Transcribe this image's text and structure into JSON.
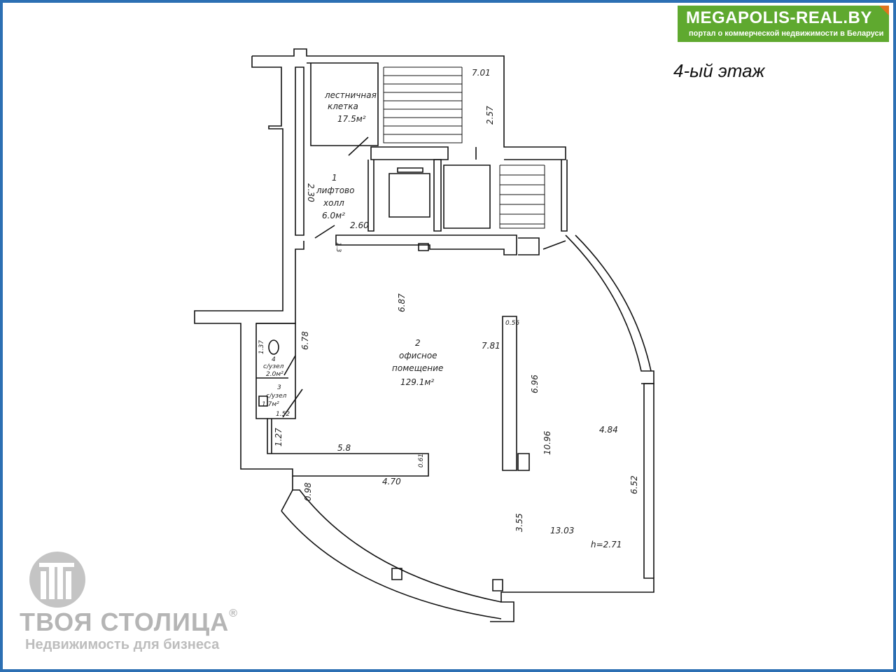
{
  "header": {
    "brand_title": "MEGAPOLIS-REAL.BY",
    "brand_subtitle": "портал о коммерческой недвижимости в Беларуси",
    "floor_title": "4-ый этаж"
  },
  "watermark": {
    "name": "ТВОЯ СТОЛИЦА",
    "registered": "®",
    "tagline": "Недвижимость для бизнеса"
  },
  "rooms": {
    "stair": {
      "line1": "лестничная",
      "line2": "клетка",
      "line3": "17.5м²"
    },
    "hall": {
      "num": "1",
      "line1": "лифтово",
      "line2": "холл",
      "line3": "6.0м²"
    },
    "office": {
      "num": "2",
      "line1": "офисное",
      "line2": "помещение",
      "line3": "129.1м²"
    },
    "wc4": {
      "num": "4",
      "line1": "с/узел",
      "line2": "2.0м²"
    },
    "wc3": {
      "num": "3",
      "line1": "с/узел",
      "line2": "1.7м²"
    }
  },
  "dimensions": {
    "stair_width": "7.01",
    "stair_height": "2.57",
    "hall_height": "2.30",
    "hall_width": "2.60",
    "office_depth": "6.87",
    "wc_wall": "6.78",
    "wc_small": "1.37",
    "wc_width": "1.52",
    "col_top": "0.56",
    "center_wall": "7.81",
    "col_length": "6.96",
    "col_span": "10.96",
    "right_a": "4.84",
    "right_b": "6.52",
    "lower_left": "1.27",
    "wall_58": "5.8",
    "wall_stub": "0.61",
    "wall_470": "4.70",
    "left_098": "0.98",
    "vert_355": "3.55",
    "bottom_1303": "13.03",
    "ceiling": "h=2.71",
    "small_13": "1.3"
  },
  "colors": {
    "frame": "#2c6fb3",
    "brand_bg": "#5fa92f",
    "brand_accent": "#e0731e",
    "watermark": "#b5b5b5"
  }
}
